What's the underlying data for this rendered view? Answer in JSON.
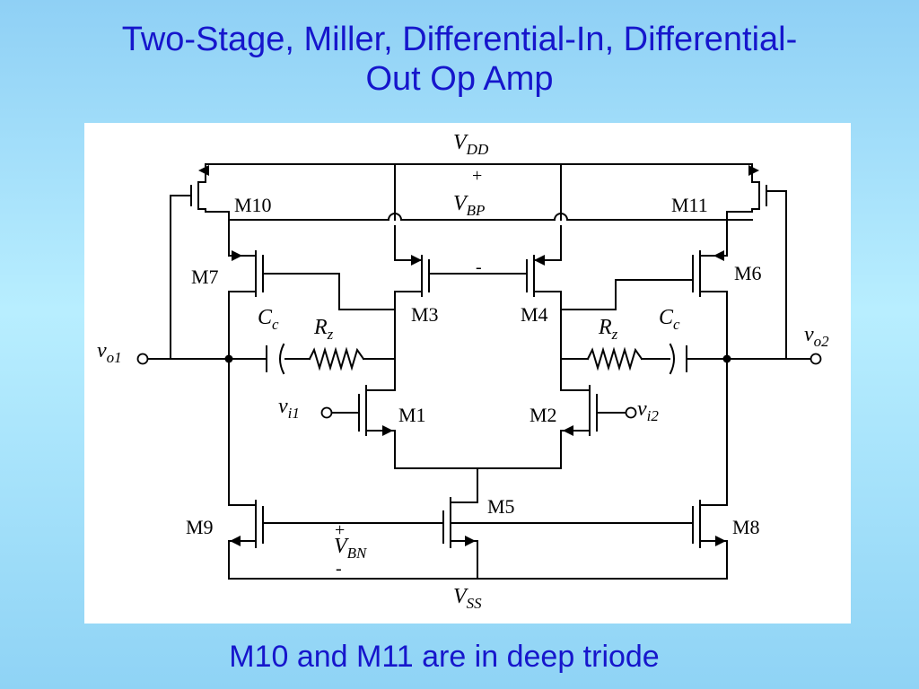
{
  "slide": {
    "title_line1": "Two-Stage, Miller, Differential-In, Differential-",
    "title_line2": "Out Op Amp",
    "caption": "M10 and M11 are in deep triode"
  },
  "circuit": {
    "transistors": [
      "M10",
      "M11",
      "M7",
      "M6",
      "M3",
      "M4",
      "M1",
      "M2",
      "M9",
      "M5",
      "M8"
    ],
    "supply_top": {
      "main": "V",
      "sub": "DD"
    },
    "supply_bottom": {
      "main": "V",
      "sub": "SS"
    },
    "bias_p": {
      "main": "V",
      "sub": "BP",
      "plus": "+",
      "minus": "-"
    },
    "bias_n": {
      "main": "V",
      "sub": "BN",
      "plus": "+",
      "minus": "-"
    },
    "cap_left": {
      "main": "C",
      "sub": "c"
    },
    "cap_right": {
      "main": "C",
      "sub": "c"
    },
    "res_left": {
      "main": "R",
      "sub": "z"
    },
    "res_right": {
      "main": "R",
      "sub": "z"
    },
    "out_left": {
      "main": "v",
      "sub": "o1"
    },
    "out_right": {
      "main": "v",
      "sub": "o2"
    },
    "in_left": {
      "main": "v",
      "sub": "i1"
    },
    "in_right": {
      "main": "v",
      "sub": "i2"
    }
  }
}
